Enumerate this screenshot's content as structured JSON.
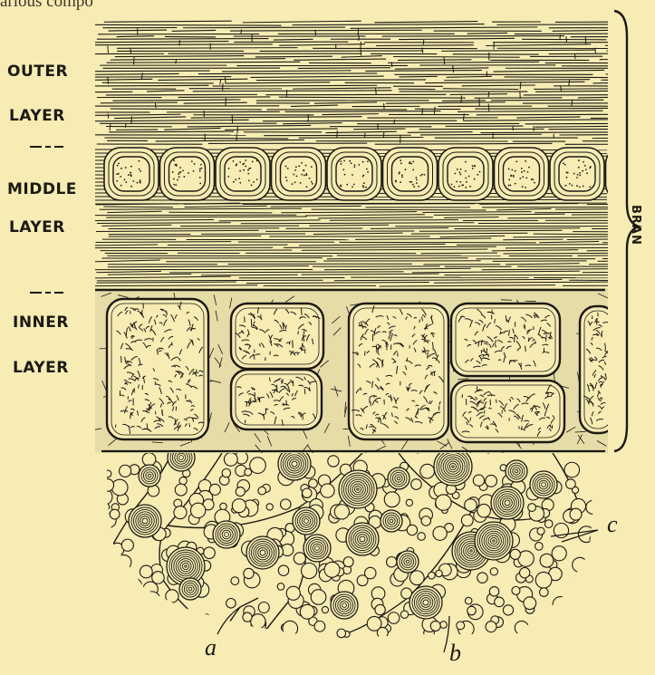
{
  "top_text": "arious compo",
  "labels": {
    "outer": "OUTER",
    "outer_layer": "LAYER",
    "middle": "MIDDLE",
    "middle_layer": "LAYER",
    "inner": "INNER",
    "inner_layer": "LAYER",
    "bran": "BRAN",
    "a": "a",
    "b": "b",
    "c": "c"
  },
  "colors": {
    "paper": "#f6ecb4",
    "ink": "#1c1a14"
  }
}
